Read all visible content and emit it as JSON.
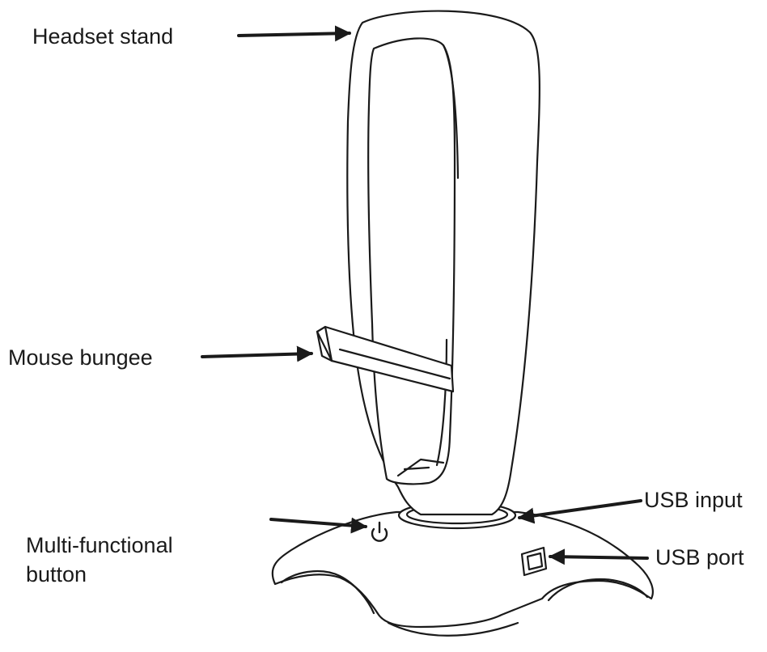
{
  "diagram": {
    "labels": {
      "headset_stand": "Headset stand",
      "mouse_bungee": "Mouse bungee",
      "multi_functional_line1": "Multi-functional",
      "multi_functional_line2": "button",
      "usb_input": "USB input",
      "usb_port": "USB port"
    },
    "icons": {
      "power": "power-icon",
      "arrow": "arrow-icon"
    },
    "colors": {
      "line": "#1a1a1a",
      "background": "#ffffff"
    }
  }
}
